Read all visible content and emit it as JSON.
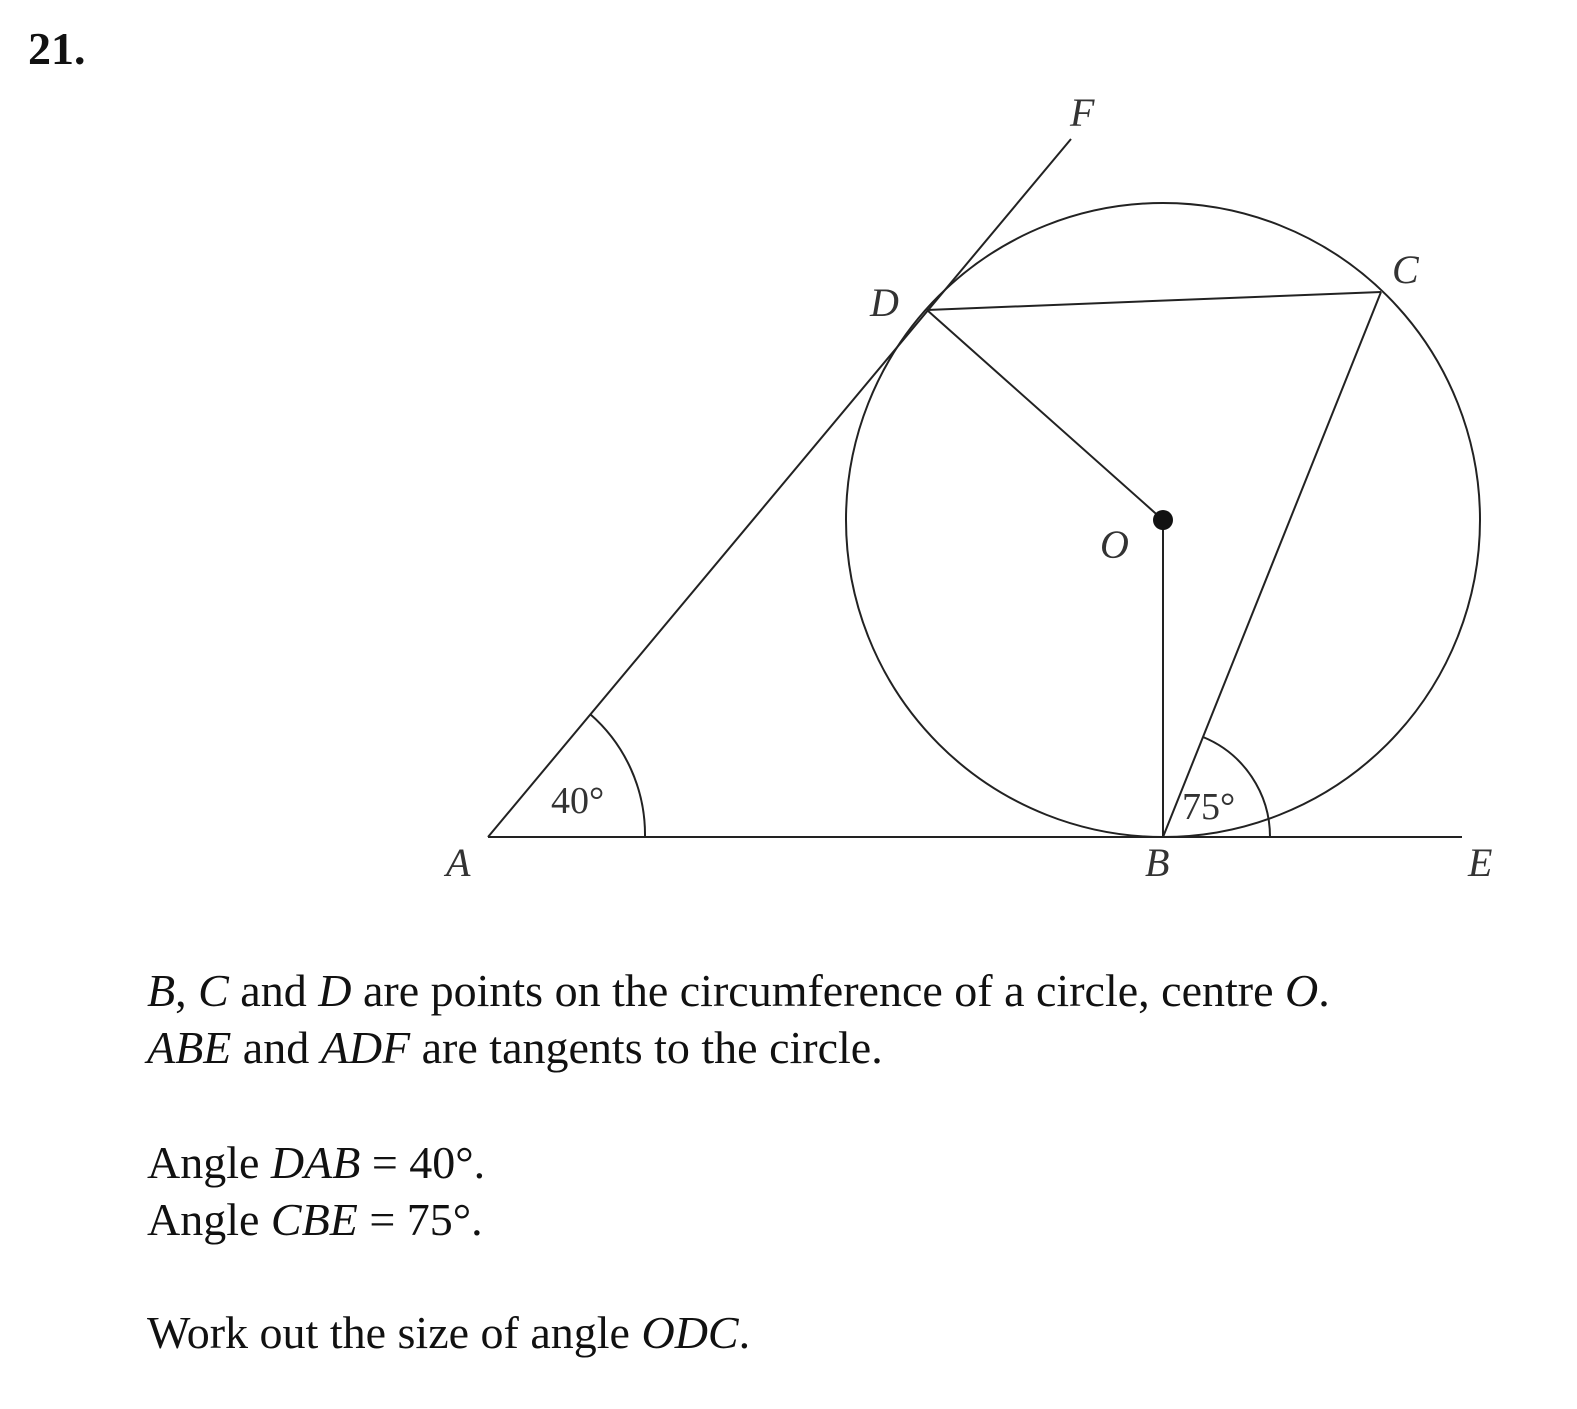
{
  "question": {
    "number": "21."
  },
  "diagram": {
    "points": {
      "A": "A",
      "B": "B",
      "C": "C",
      "D": "D",
      "E": "E",
      "F": "F",
      "O": "O"
    },
    "angles": {
      "DAB": "40°",
      "CBE": "75°"
    }
  },
  "statement": {
    "line1": {
      "p1": "B",
      "p2": ", ",
      "p3": "C",
      "p4": " and ",
      "p5": "D",
      "p6": " are points on the circumference of a circle, centre ",
      "p7": "O",
      "p8": "."
    },
    "line2": {
      "p1": "ABE",
      "p2": " and ",
      "p3": "ADF",
      "p4": " are tangents to the circle."
    }
  },
  "given": {
    "line1": {
      "p1": "Angle ",
      "p2": "DAB",
      "p3": " = 40°."
    },
    "line2": {
      "p1": "Angle ",
      "p2": "CBE",
      "p3": " = 75°."
    }
  },
  "task": {
    "p1": "Work out the size of angle ",
    "p2": "ODC",
    "p3": "."
  }
}
